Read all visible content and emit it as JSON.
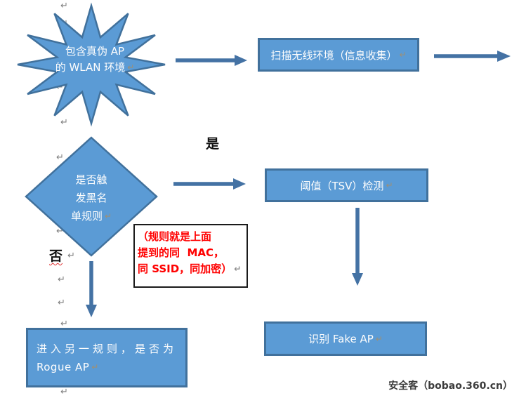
{
  "palette": {
    "shape_fill": "#5b9bd5",
    "shape_border": "#41719c",
    "arrow": "#4472a4",
    "note_text": "#ff0000",
    "note_border": "#1a1a1a",
    "label_text": "#111111",
    "watermark_text": "#3c3c3c",
    "mark_gray": "#7f7f7f"
  },
  "marks": {
    "char": "↵"
  },
  "flowchart": {
    "start_burst": {
      "lines": [
        "包含真伪 AP",
        "的 WLAN 环境"
      ]
    },
    "scan_box": {
      "label": "扫描无线环境（信息收集）"
    },
    "decision_diamond": {
      "lines": [
        "是否触",
        "发黑名",
        "单规则"
      ]
    },
    "yes_label": "是",
    "no_label": "否",
    "tsv_box": {
      "label": "阈值（TSV）检测"
    },
    "note_box": {
      "lines": [
        "（规则就是上面",
        "提到的同  MAC，",
        "同 SSID，同加密）"
      ]
    },
    "rogue_box": {
      "lines": [
        "进入另一规则，是否为",
        "Rogue AP"
      ]
    },
    "fake_box": {
      "label": "识别 Fake AP"
    }
  },
  "watermark": "安全客（bobao.360.cn）"
}
